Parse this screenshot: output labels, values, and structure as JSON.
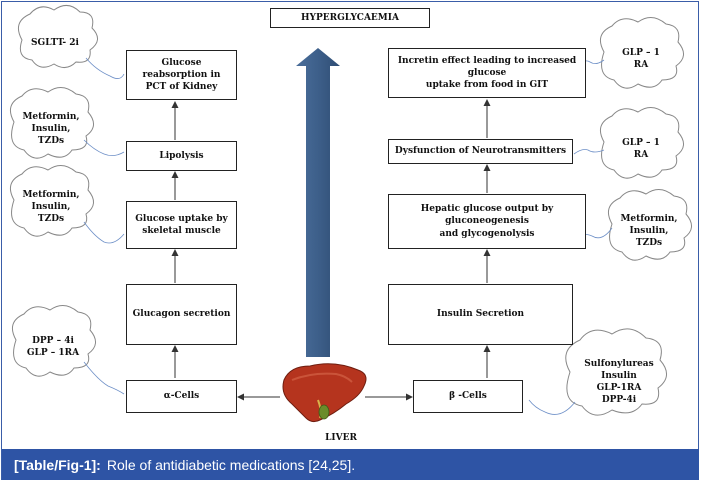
{
  "title": "HYPERGLYCAEMIA",
  "left_pathway": [
    "Glucose reabsorption in\nPCT of Kidney",
    "Lipolysis",
    "Glucose uptake by\nskeletal muscle",
    "Glucagon secretion",
    "α-Cells"
  ],
  "right_pathway": [
    "Incretin effect leading to increased glucose\nuptake from food in GIT",
    "Dysfunction of Neurotransmitters",
    "Hepatic glucose output by gluconeogenesis\nand glycogenolysis",
    "Insulin Secretion",
    "β -Cells"
  ],
  "left_drugs": [
    "SGLTT- 2i",
    "Metformin,\nInsulin,\nTZDs",
    "Metformin,\nInsulin,\nTZDs",
    "DPP – 4i\nGLP – 1RA"
  ],
  "right_drugs": [
    "GLP – 1\nRA",
    "GLP – 1\nRA",
    "Metformin,\nInsulin,\nTZDs",
    "Sulfonylureas\nInsulin\nGLP-1RA\nDPP-4i"
  ],
  "center": {
    "label": "LIVER"
  },
  "caption": {
    "label": "[Table/Fig-1]:",
    "text": "Role of antidiabetic medications [24,25]."
  },
  "colors": {
    "big_arrow": "#3d5f8a",
    "caption_bg": "#2e54a5",
    "liver": "#b5341e",
    "gallbladder": "#6a8c2a"
  }
}
